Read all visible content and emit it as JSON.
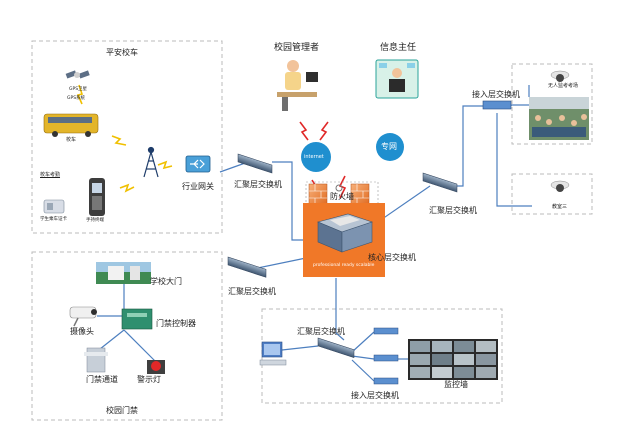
{
  "groups": {
    "safe_bus": "平安校车",
    "campus_gate": "校园门禁"
  },
  "people": {
    "campus_admin": "校园管理者",
    "info_director": "信息主任"
  },
  "bus": {
    "gps_satellite": "GPS卫星",
    "gps_module": "GPS系统",
    "school_bus": "校车",
    "bus_checkin": "校车考勤",
    "student_card": "学生乘车证卡",
    "handheld": "手持终端"
  },
  "gateway": "行业网关",
  "clouds": {
    "internet": "internet",
    "private_net": "专网"
  },
  "firewall": "防火墙",
  "core_switch": "核心层交换机",
  "core_brand": "professional ready scalable",
  "agg_switch_label": "汇聚层交换机",
  "access_switch_label": "接入层交换机",
  "right_box": {
    "unmanned": "无人监考考场",
    "classroom3": "教室三"
  },
  "gate": {
    "school_gate": "学校大门",
    "camera": "摄像头",
    "access_controller": "门禁控制器",
    "gate_channel": "门禁通道",
    "alarm_light": "警示灯"
  },
  "monitor": {
    "wall": "监控墙"
  },
  "colors": {
    "line": "#4d7fbf",
    "core_bg": "#f07828",
    "dash": "#bbbbbb",
    "firewall": "#f08c3c",
    "cloud": "#1f8fcf"
  }
}
